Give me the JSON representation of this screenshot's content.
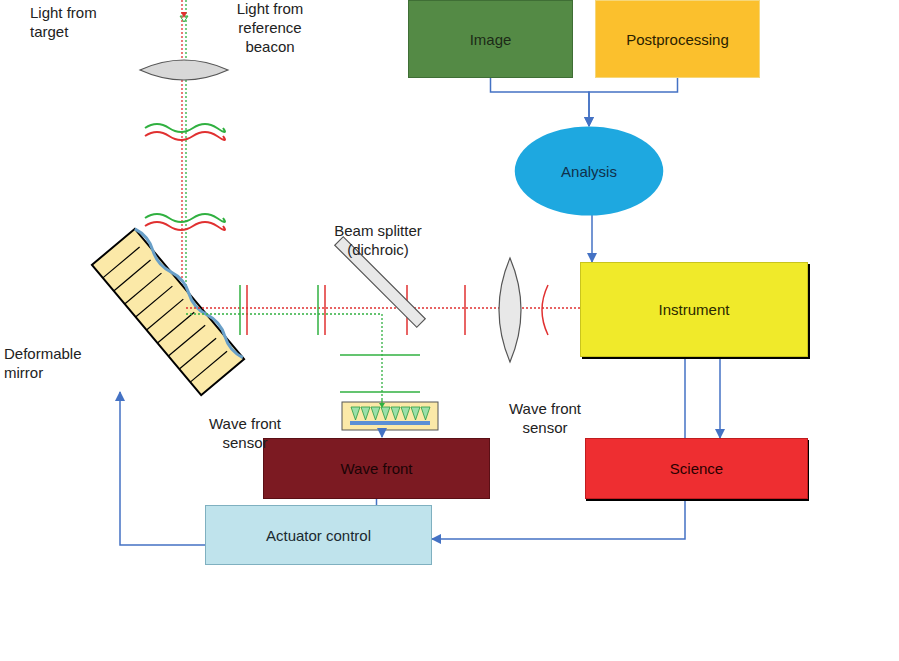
{
  "diagram": {
    "nodes": [
      {
        "text": [
          "Image"
        ]
      },
      {
        "text": [
          "Postprocessing"
        ]
      },
      {
        "text": [
          "Analysis"
        ]
      },
      {
        "text": [
          "Instrument"
        ]
      },
      {
        "text": [
          "Wave front"
        ]
      },
      {
        "text": [
          "Science"
        ]
      },
      {
        "text": [
          "Actuator control"
        ]
      }
    ],
    "edges": [
      {
        "from": 0,
        "to": 2,
        "arrow": "to"
      },
      {
        "from": 1,
        "to": 2,
        "arrow": "to"
      },
      {
        "from": 2,
        "to": 3,
        "arrow": "to"
      },
      {
        "from": 3,
        "to": 5,
        "arrow": "none"
      },
      {
        "from": 3,
        "to": 5,
        "arrow": "to"
      },
      {
        "from": 5,
        "to": 6,
        "arrow": "to"
      },
      {
        "from": 4,
        "to": 6,
        "arrow": "none"
      }
    ],
    "labels": [
      "Light from target",
      "Light from reference beacon",
      "Beam splitter (dichroic)",
      "Deformable mirror",
      "Wave front sensor",
      "Wave front sensor"
    ]
  }
}
